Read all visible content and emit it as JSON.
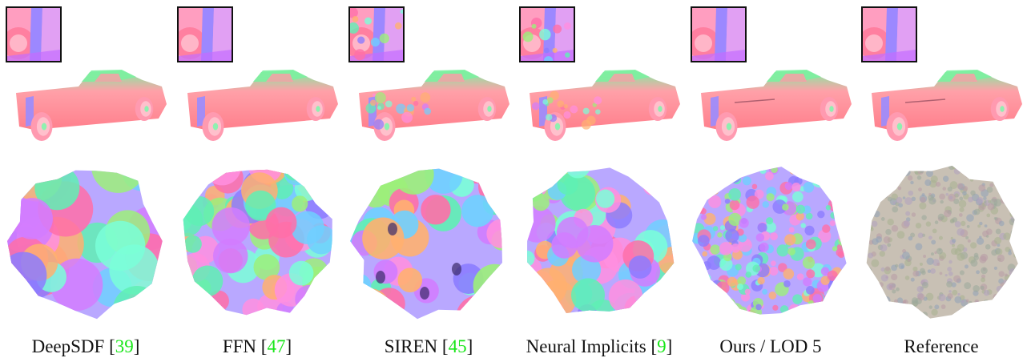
{
  "figure": {
    "columns": [
      {
        "method": "DeepSDF",
        "open_bracket": "[",
        "ref": "39",
        "close_bracket": "]",
        "style": "smooth"
      },
      {
        "method": "FFN",
        "open_bracket": "[",
        "ref": "47",
        "close_bracket": "]",
        "style": "bumpy"
      },
      {
        "method": "SIREN",
        "open_bracket": "[",
        "ref": "45",
        "close_bracket": "]",
        "style": "siren"
      },
      {
        "method": "Neural Implicits",
        "open_bracket": "[",
        "ref": "9",
        "close_bracket": "]",
        "style": "bumpy-damaged"
      },
      {
        "method": "Ours / LOD 5",
        "open_bracket": "",
        "ref": "",
        "close_bracket": "",
        "style": "detailed"
      },
      {
        "method": "Reference",
        "open_bracket": "",
        "ref": "",
        "close_bracket": "",
        "style": "reference"
      }
    ],
    "colors": {
      "caption_text": "#111111",
      "citation": "#19e619",
      "car_body": "#ff7f8c",
      "car_top": "#7cf0a0",
      "car_side_blue": "#9a8cff"
    }
  }
}
